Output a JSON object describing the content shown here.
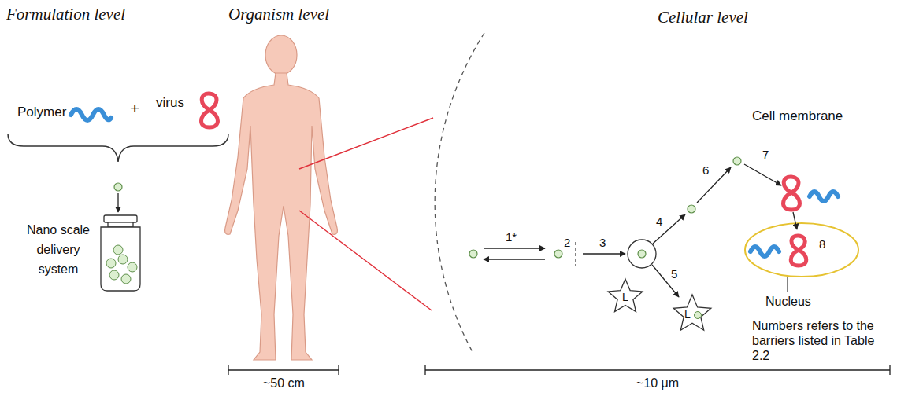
{
  "diagram": {
    "nodes": [
      {
        "text": [
          "L"
        ]
      },
      {
        "text": [
          "L"
        ]
      }
    ],
    "labels": [
      "Formulation level",
      "Organism level",
      "Cellular level",
      "Polymer",
      "+",
      "virus",
      "Nano scale delivery system",
      "~50 cm",
      "1*",
      "2",
      "3",
      "4",
      "5",
      "6",
      "7",
      "Cell membrane",
      "8",
      "Nucleus",
      "Numbers refers to the barriers listed in Table 2.2",
      "~10 μm"
    ]
  }
}
